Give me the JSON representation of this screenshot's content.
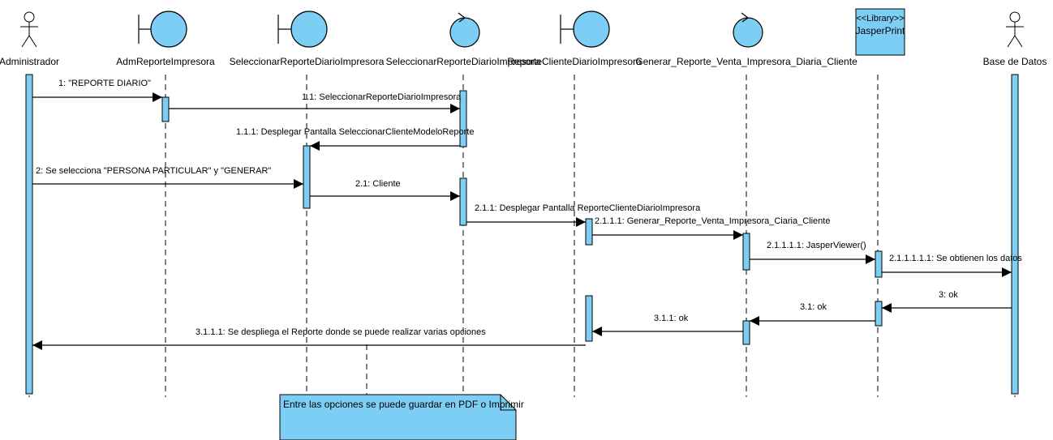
{
  "colors": {
    "fill": "#7ccef4",
    "stroke": "#000000",
    "background": "#ffffff"
  },
  "lifelines": [
    {
      "key": "admin",
      "type": "actor",
      "name": "Administrador"
    },
    {
      "key": "admRep",
      "type": "boundary",
      "name": "AdmReporteImpresora"
    },
    {
      "key": "selB",
      "type": "boundary",
      "name": "SeleccionarReporteDiarioImpresora"
    },
    {
      "key": "selC",
      "type": "control",
      "name": "SeleccionarReporteDiarioImpresora"
    },
    {
      "key": "repCli",
      "type": "boundary",
      "name": "ReporteClienteDiarioImpresora"
    },
    {
      "key": "gen",
      "type": "control",
      "name": "Generar_Reporte_Venta_Impresora_Diaria_Cliente"
    },
    {
      "key": "jasper",
      "type": "library",
      "name": "JasperPrint",
      "stereotype": "<<Library>>"
    },
    {
      "key": "db",
      "type": "actor",
      "name": "Base de Datos"
    }
  ],
  "messages": [
    {
      "label": "1: \"REPORTE DIARIO\""
    },
    {
      "label": "1.1: SeleccionarReporteDiarioImpresora"
    },
    {
      "label": "1.1.1: Desplegar Pantalla SeleccionarClienteModeloReporte"
    },
    {
      "label": "2: Se selecciona \"PERSONA PARTICULAR\" y \"GENERAR\""
    },
    {
      "label": "2.1: Cliente"
    },
    {
      "label": "2.1.1: Desplegar Pantalla ReporteClienteDiarioImpresora"
    },
    {
      "label": "2.1.1.1: Generar_Reporte_Venta_Impresora_Ciaria_Cliente"
    },
    {
      "label": "2.1.1.1.1: JasperViewer()"
    },
    {
      "label": "2.1.1.1.1.1: Se obtienen los datos"
    },
    {
      "label": "3: ok"
    },
    {
      "label": "3.1: ok"
    },
    {
      "label": "3.1.1: ok"
    },
    {
      "label": "3.1.1.1: Se despliega el Reporte donde se puede realizar varias opciones"
    }
  ],
  "note": {
    "text": "Entre las opciones se puede guardar en PDF o Imprimir"
  }
}
